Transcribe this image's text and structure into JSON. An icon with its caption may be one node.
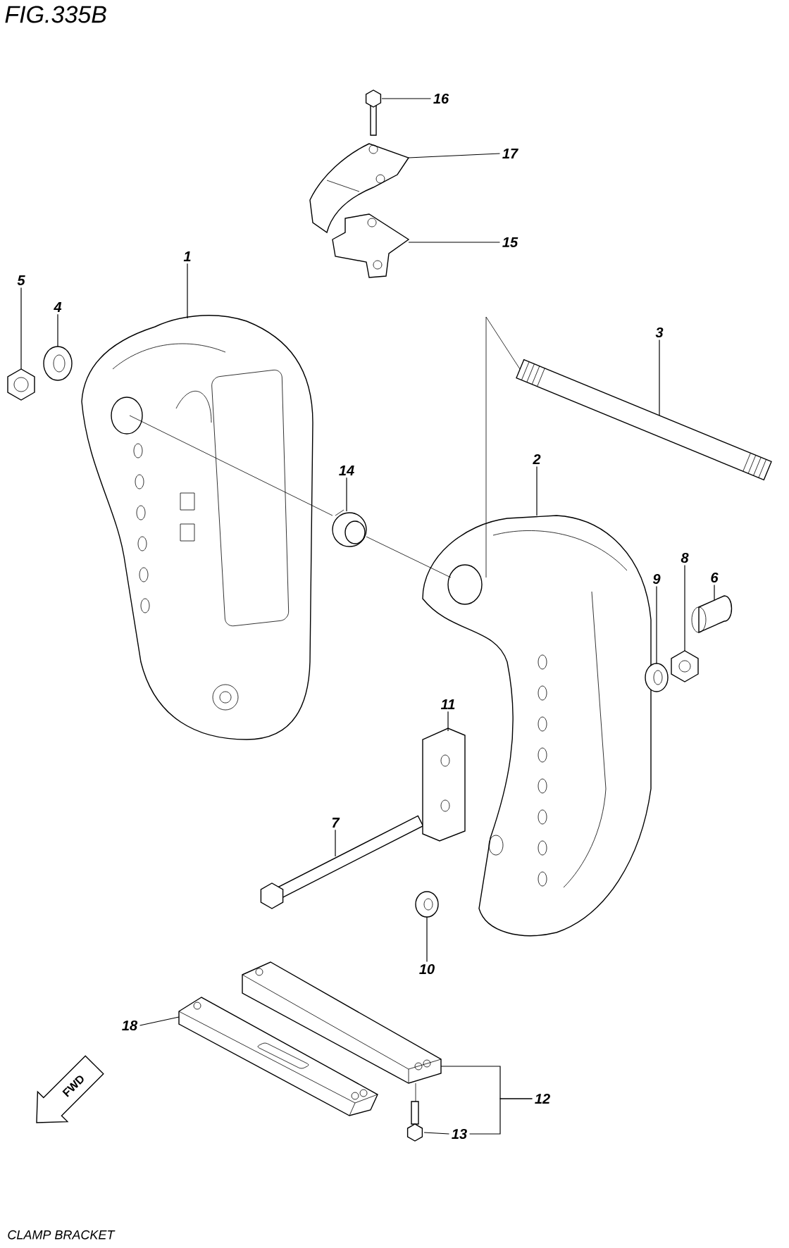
{
  "diagram": {
    "title": "FIG.335B",
    "caption": "CLAMP BRACKET",
    "nodes": [
      {
        "text": [
          "1"
        ]
      },
      {
        "text": [
          "2"
        ]
      },
      {
        "text": [
          "3"
        ]
      },
      {
        "text": [
          "4"
        ]
      },
      {
        "text": [
          "5"
        ]
      },
      {
        "text": [
          "6"
        ]
      },
      {
        "text": [
          "7"
        ]
      },
      {
        "text": [
          "8"
        ]
      },
      {
        "text": [
          "9"
        ]
      },
      {
        "text": [
          "10"
        ]
      },
      {
        "text": [
          "11"
        ]
      },
      {
        "text": [
          "12"
        ]
      },
      {
        "text": [
          "13"
        ]
      },
      {
        "text": [
          "14"
        ]
      },
      {
        "text": [
          "15"
        ]
      },
      {
        "text": [
          "16"
        ]
      },
      {
        "text": [
          "17"
        ]
      },
      {
        "text": [
          "18"
        ]
      },
      {
        "text": [],
        "shape": "picture"
      },
      {
        "text": [],
        "shape": "picture"
      },
      {
        "text": [],
        "shape": "picture"
      },
      {
        "text": [],
        "shape": "picture"
      },
      {
        "text": [],
        "shape": "picture"
      },
      {
        "text": [],
        "shape": "picture"
      },
      {
        "text": [],
        "shape": "picture"
      },
      {
        "text": [],
        "shape": "picture"
      },
      {
        "text": [],
        "shape": "picture"
      },
      {
        "text": [],
        "shape": "picture"
      },
      {
        "text": [],
        "shape": "picture"
      },
      {
        "text": [],
        "shape": "picture"
      },
      {
        "text": [],
        "shape": "picture"
      },
      {
        "text": [],
        "shape": "picture"
      },
      {
        "text": [],
        "shape": "picture"
      },
      {
        "text": [],
        "shape": "picture"
      },
      {
        "text": [],
        "shape": "picture"
      },
      {
        "text": [],
        "shape": "picture"
      },
      {
        "text": [
          "FWD"
        ]
      }
    ],
    "edges": [
      {
        "from": 0,
        "to": 18,
        "arrow": "none"
      },
      {
        "from": 1,
        "to": 19,
        "arrow": "none"
      },
      {
        "from": 2,
        "to": 20,
        "arrow": "none"
      },
      {
        "from": 3,
        "to": 21,
        "arrow": "none"
      },
      {
        "from": 4,
        "to": 22,
        "arrow": "none"
      },
      {
        "from": 5,
        "to": 23,
        "arrow": "none"
      },
      {
        "from": 6,
        "to": 24,
        "arrow": "none"
      },
      {
        "from": 7,
        "to": 25,
        "arrow": "none"
      },
      {
        "from": 8,
        "to": 26,
        "arrow": "none"
      },
      {
        "from": 9,
        "to": 27,
        "arrow": "none"
      },
      {
        "from": 10,
        "to": 28,
        "arrow": "none"
      },
      {
        "from": 11,
        "to": 29,
        "arrow": "none"
      },
      {
        "from": 12,
        "to": 30,
        "arrow": "none"
      },
      {
        "from": 13,
        "to": 31,
        "arrow": "none"
      },
      {
        "from": 14,
        "to": 32,
        "arrow": "none"
      },
      {
        "from": 15,
        "to": 33,
        "arrow": "none"
      },
      {
        "from": 16,
        "to": 34,
        "arrow": "none"
      },
      {
        "from": 17,
        "to": 35,
        "arrow": "none"
      },
      {
        "from": 11,
        "to": 12,
        "arrow": "none"
      },
      {
        "from": 18,
        "to": 31,
        "arrow": "none"
      },
      {
        "from": 31,
        "to": 19,
        "arrow": "none"
      },
      {
        "from": 29,
        "to": 30,
        "arrow": "none"
      },
      {
        "from": 20,
        "to": 19,
        "arrow": "none"
      }
    ]
  }
}
